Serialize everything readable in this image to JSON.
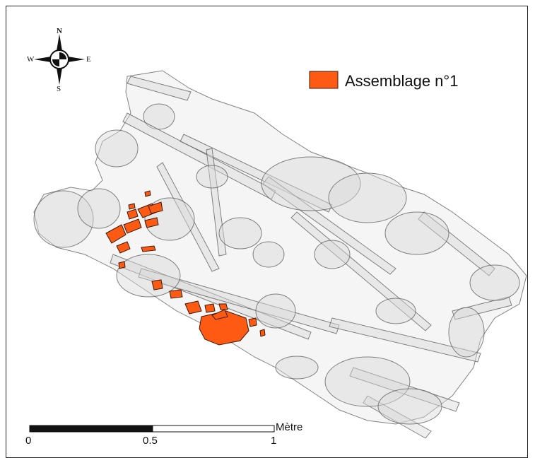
{
  "legend": {
    "label": "Assemblage n°1",
    "swatch_color": "#ff5a14"
  },
  "compass": {
    "north": "N",
    "south": "S",
    "east": "E",
    "west": "W"
  },
  "scale_bar": {
    "unit": "Mètre",
    "tick_labels": [
      "0",
      "0.5",
      "1"
    ]
  },
  "colors": {
    "bone_fill": "#d9d9d9",
    "bone_stroke": "#5a5a5a",
    "assemblage_fill": "#ff5a14",
    "assemblage_stroke": "#3a1a08",
    "frame": "#222222"
  }
}
